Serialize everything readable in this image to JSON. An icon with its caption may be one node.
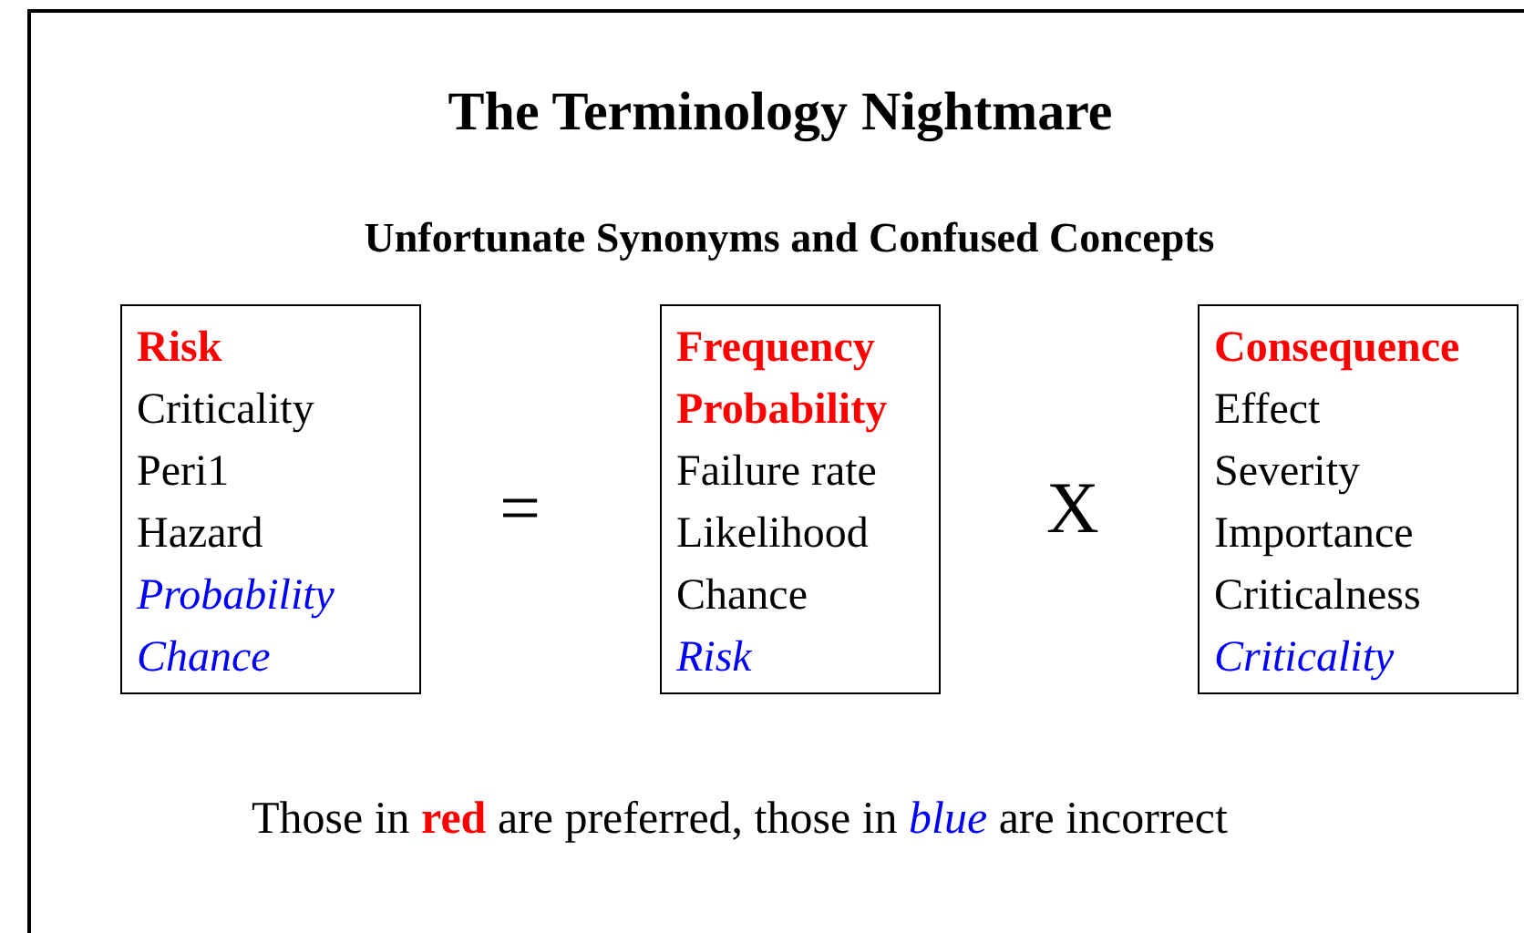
{
  "diagram": {
    "title": "The Terminology Nightmare",
    "nodes": [
      {
        "text": [
          "Risk",
          "Criticality",
          "Peri1",
          "Hazard",
          "Probability",
          "Chance"
        ]
      },
      {
        "text": [
          "Frequency",
          "Probability",
          "Failure rate",
          "Likelihood",
          "Chance",
          "Risk"
        ]
      },
      {
        "text": [
          "Consequence",
          "Effect",
          "Severity",
          "Importance",
          "Criticalness",
          "Criticality"
        ]
      }
    ],
    "edges": [],
    "labels": [
      "Unfortunate Synonyms and Confused Concepts",
      "=",
      "X",
      "Those in **red** are preferred, those in *blue* are incorrect"
    ]
  }
}
